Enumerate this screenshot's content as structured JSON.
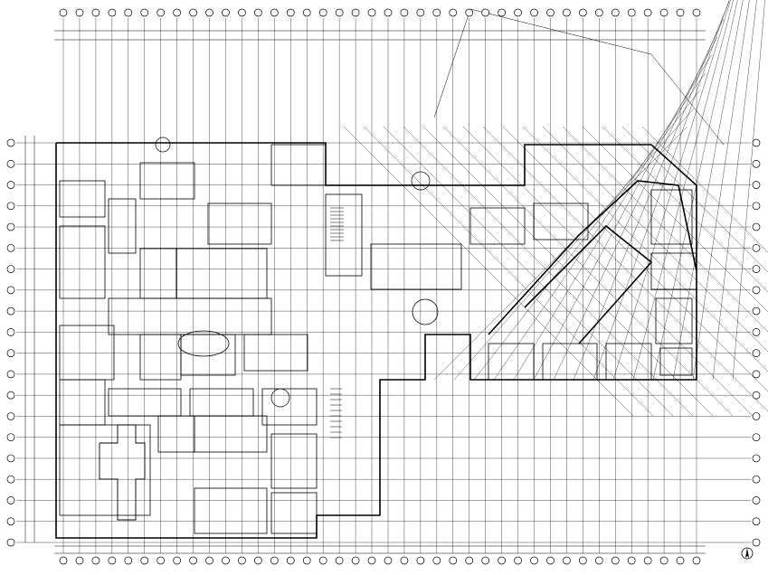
{
  "drawing": {
    "title_block": {
      "line1": "",
      "line2": ""
    },
    "vertical_axes": 40,
    "horizontal_axes": 20,
    "diagonal_axes": 16,
    "room_labels": [],
    "colors": {
      "line": "#000000",
      "background": "#ffffff"
    },
    "north_arrow_icon": "north-arrow-icon"
  }
}
